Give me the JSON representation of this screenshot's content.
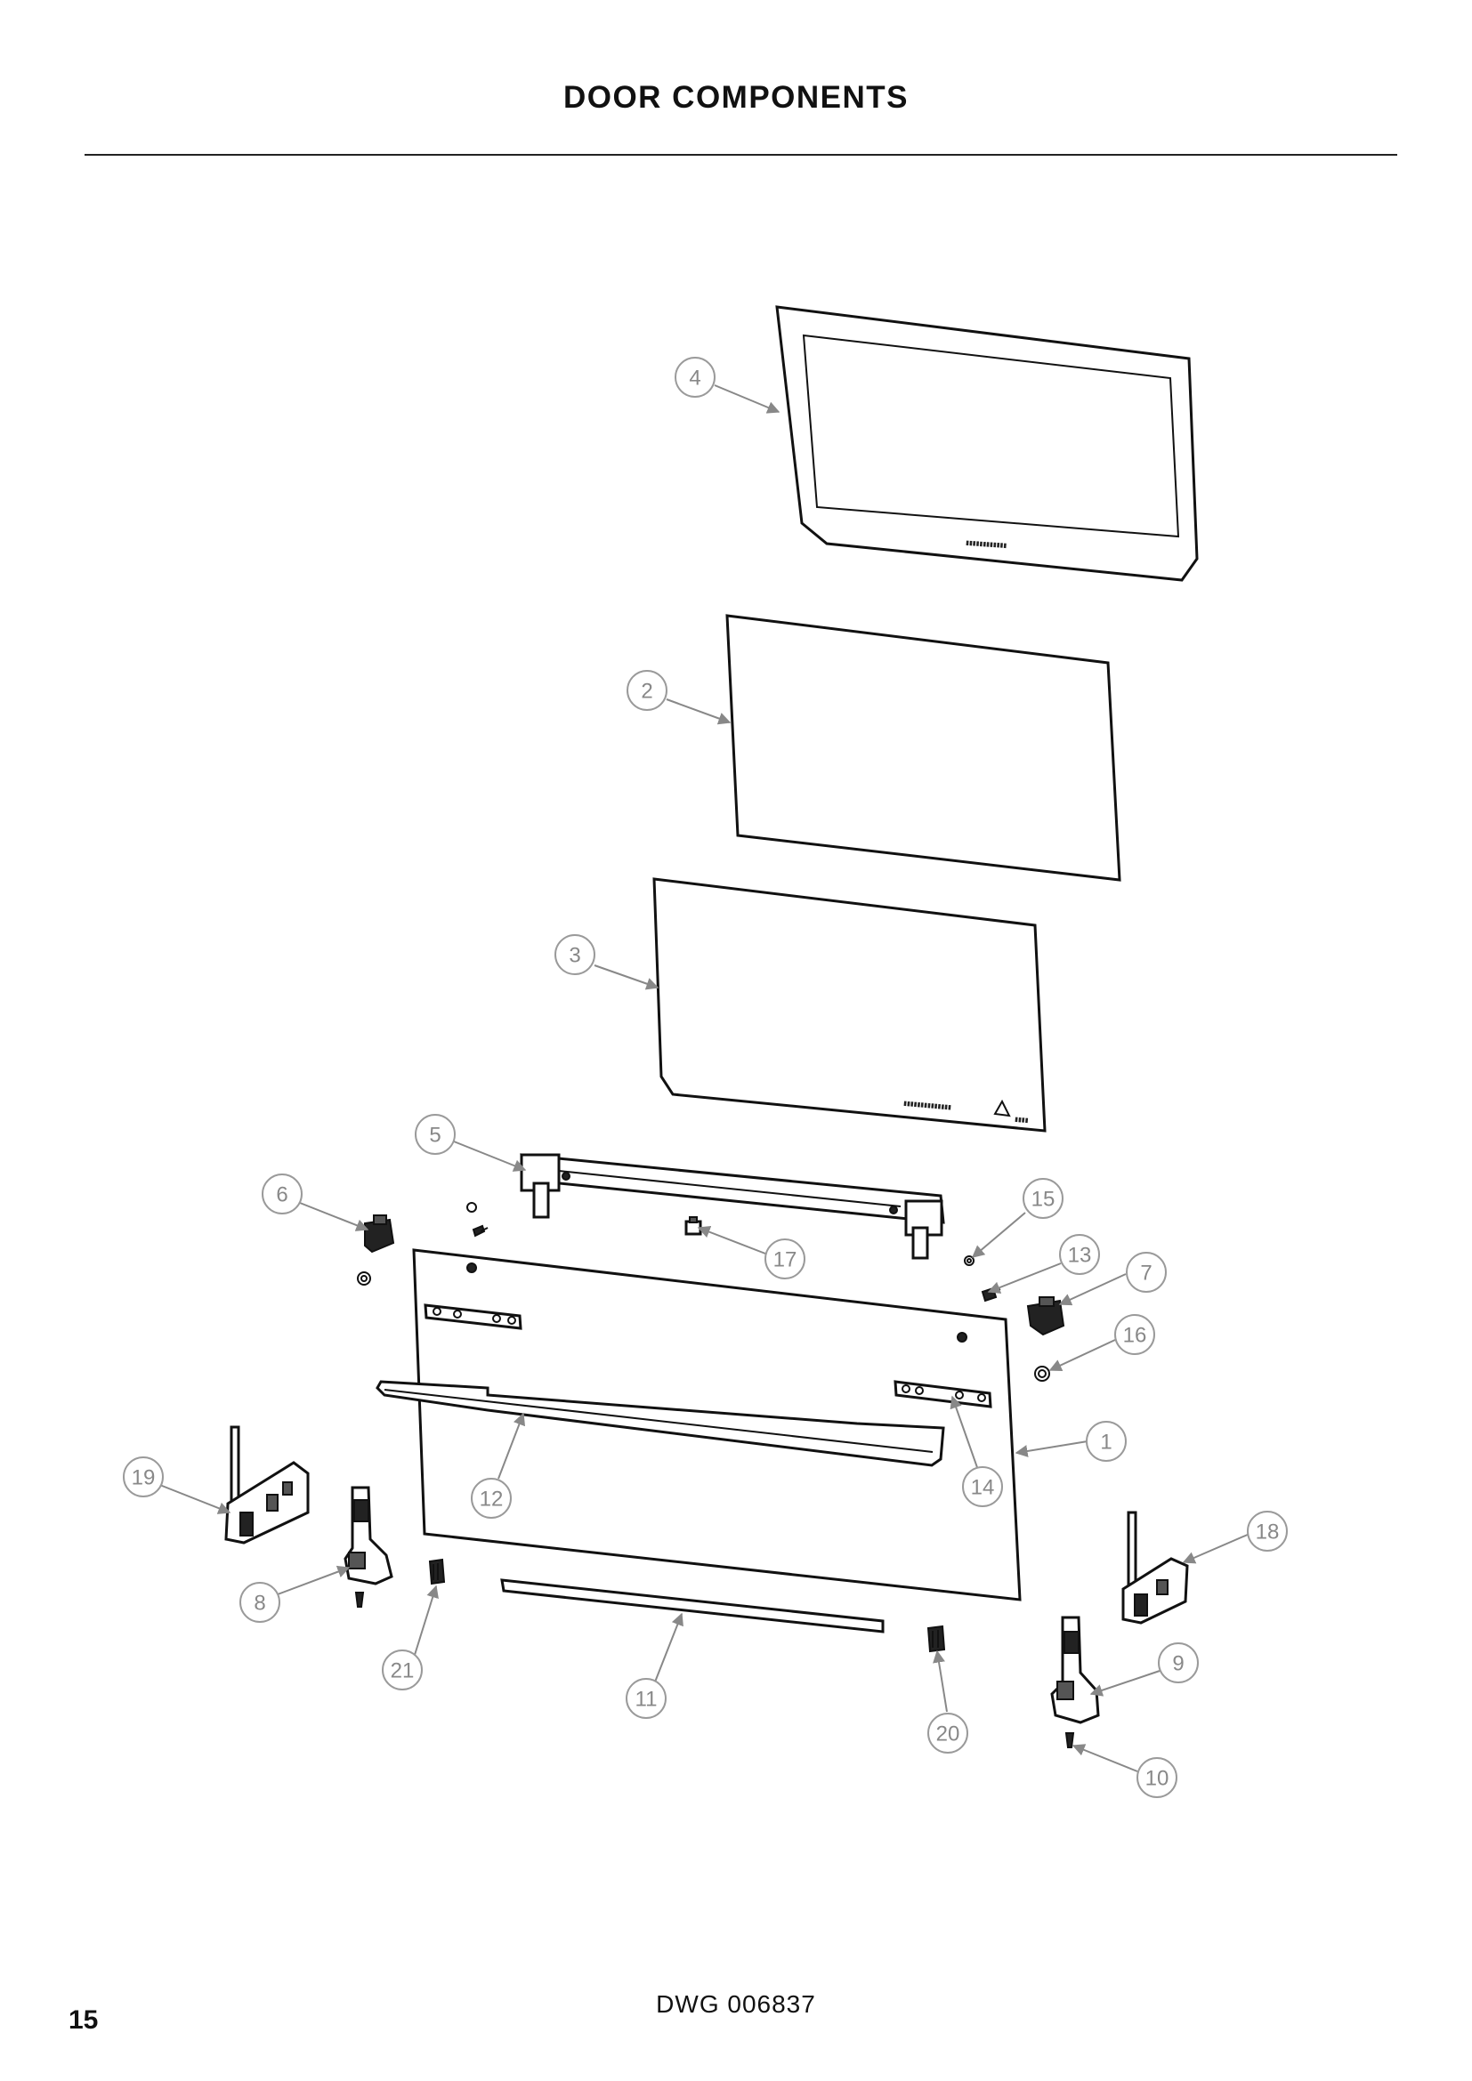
{
  "page": {
    "title": "DOOR COMPONENTS",
    "drawing_number": "DWG 006837",
    "page_number": "15"
  },
  "callouts": [
    "1",
    "2",
    "3",
    "4",
    "5",
    "6",
    "7",
    "8",
    "9",
    "10",
    "11",
    "12",
    "13",
    "14",
    "15",
    "16",
    "17",
    "18",
    "19",
    "20",
    "21"
  ]
}
